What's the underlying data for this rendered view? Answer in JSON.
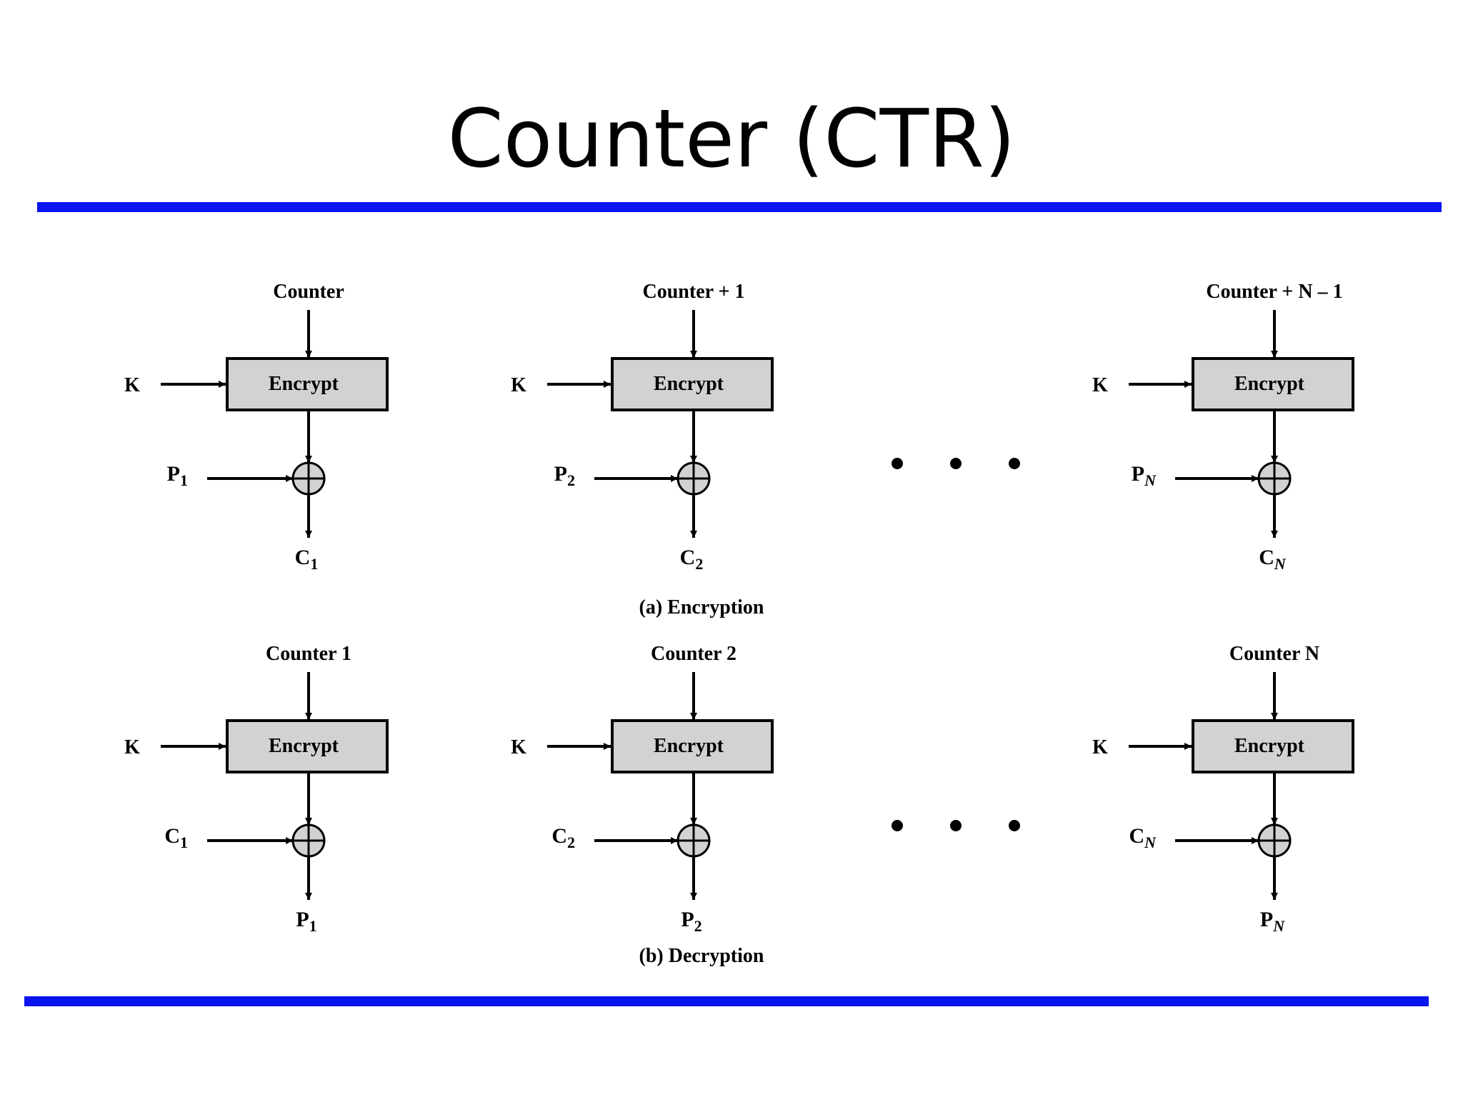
{
  "title": "Counter (CTR)",
  "accent_color": "#0a14f0",
  "block_fill": "#d2d2d2",
  "diagram": {
    "encrypt_label": "Encrypt",
    "key_label": "K",
    "ellipsis": "• • •",
    "encryption": {
      "caption": "(a) Encryption",
      "columns": [
        {
          "counter": "Counter",
          "input_base": "P",
          "input_sub": "1",
          "output_base": "C",
          "output_sub": "1",
          "sub_italic": false
        },
        {
          "counter": "Counter + 1",
          "input_base": "P",
          "input_sub": "2",
          "output_base": "C",
          "output_sub": "2",
          "sub_italic": false
        },
        {
          "counter": "Counter + N – 1",
          "input_base": "P",
          "input_sub": "N",
          "output_base": "C",
          "output_sub": "N",
          "sub_italic": true
        }
      ]
    },
    "decryption": {
      "caption": "(b) Decryption",
      "columns": [
        {
          "counter": "Counter 1",
          "input_base": "C",
          "input_sub": "1",
          "output_base": "P",
          "output_sub": "1",
          "sub_italic": false
        },
        {
          "counter": "Counter 2",
          "input_base": "C",
          "input_sub": "2",
          "output_base": "P",
          "output_sub": "2",
          "sub_italic": false
        },
        {
          "counter": "Counter N",
          "input_base": "C",
          "input_sub": "N",
          "output_base": "P",
          "output_sub": "N",
          "sub_italic": true
        }
      ]
    }
  }
}
